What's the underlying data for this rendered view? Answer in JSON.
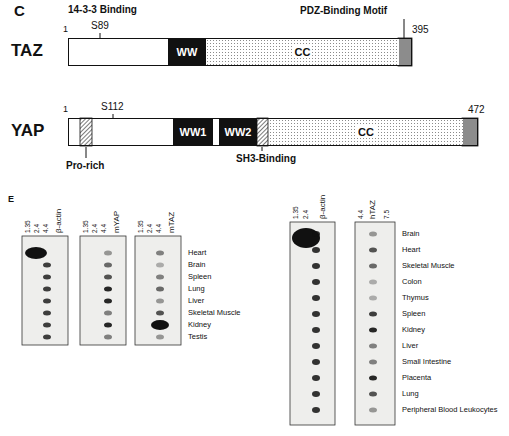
{
  "diagram": {
    "nodes": [
      {
        "text": [
          "TAZ"
        ]
      },
      {
        "text": [
          "WW"
        ],
        "in": 0
      },
      {
        "text": [
          "CC"
        ],
        "in": 0
      },
      {
        "text": [
          "YAP"
        ]
      },
      {
        "text": [
          "WW1"
        ],
        "in": 3
      },
      {
        "text": [
          "WW2"
        ],
        "in": 3
      },
      {
        "text": [
          "CC"
        ],
        "in": 3
      }
    ],
    "labels": [
      "C",
      "14-3-3 Binding",
      "PDZ-Binding Motif",
      "1",
      "S89",
      "395",
      "1",
      "S112",
      "472",
      "Pro-rich",
      "SH3-Binding",
      "E",
      "1.35",
      "2.4",
      "4.4",
      "β-actin",
      "1.35",
      "2.4",
      "4.4",
      "mYAP",
      "1.35",
      "2.4",
      "4.4",
      "mTAZ",
      "Heart",
      "Brain",
      "Spleen",
      "Lung",
      "Liver",
      "Skeletal Muscle",
      "Kidney",
      "Testis",
      "1.35",
      "2.4",
      "β-actin",
      "4.4",
      "hTAZ",
      "7.5",
      "Brain",
      "Heart",
      "Skeletal Muscle",
      "Colon",
      "Thymus",
      "Spleen",
      "Kidney",
      "Liver",
      "Small Intestine",
      "Placenta",
      "Lung",
      "Peripheral Blood Leukocytes"
    ]
  }
}
